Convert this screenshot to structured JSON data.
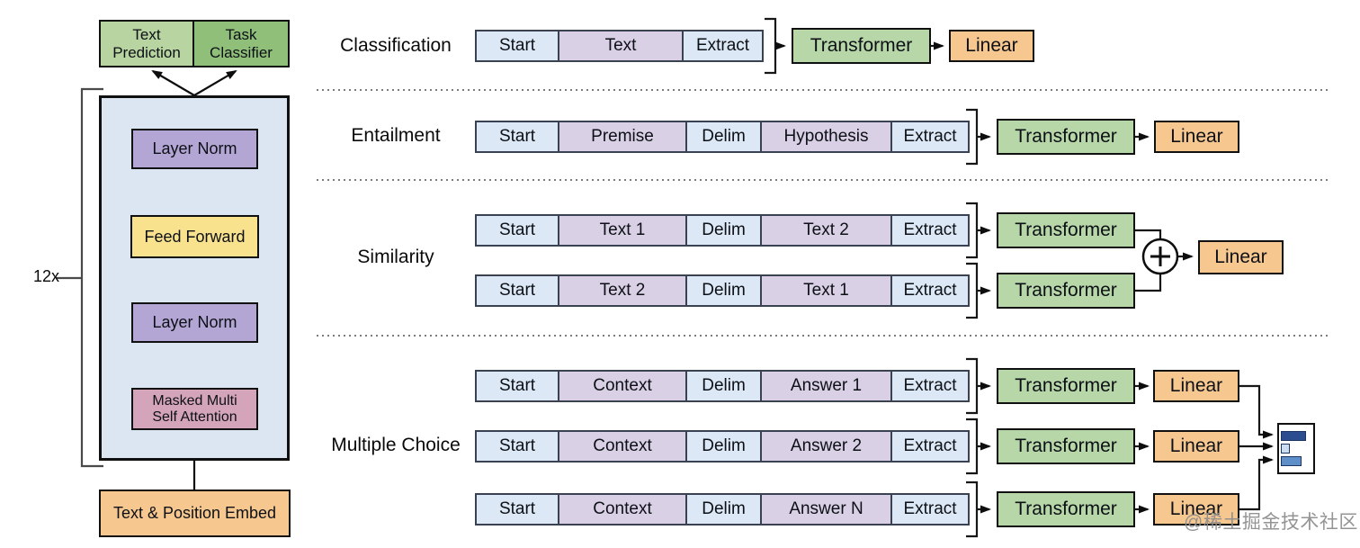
{
  "colors": {
    "cell_blue": "#dce8f5",
    "cell_purple": "#d9d0e5",
    "transformer_green": "#b7d7a8",
    "linear_orange": "#f6c890",
    "layer_norm_purple": "#b3a6d4",
    "feed_forward_yellow": "#f9e28e",
    "attention_pink": "#d3a4ba",
    "head_green_light": "#b8d4a0",
    "head_green_dark": "#8fbf78",
    "bar_dark_blue": "#2b4c8f",
    "bar_light_blue": "#cdddf0",
    "bar_mid_blue": "#5f8fc9"
  },
  "architecture": {
    "repeat_label": "12x",
    "text_prediction": {
      "line1": "Text",
      "line2": "Prediction"
    },
    "task_classifier": {
      "line1": "Task",
      "line2": "Classifier"
    },
    "layer_norm_top": "Layer Norm",
    "feed_forward": "Feed Forward",
    "layer_norm_bottom": "Layer Norm",
    "masked_attention": {
      "line1": "Masked Multi",
      "line2": "Self Attention"
    },
    "embed": "Text & Position Embed"
  },
  "tasks": {
    "classification": {
      "label": "Classification",
      "row": {
        "start": "Start",
        "text": "Text",
        "extract": "Extract"
      },
      "transformer": "Transformer",
      "linear": "Linear"
    },
    "entailment": {
      "label": "Entailment",
      "row": {
        "start": "Start",
        "seg1": "Premise",
        "delim": "Delim",
        "seg2": "Hypothesis",
        "extract": "Extract"
      },
      "transformer": "Transformer",
      "linear": "Linear"
    },
    "similarity": {
      "label": "Similarity",
      "rows": [
        {
          "start": "Start",
          "seg1": "Text 1",
          "delim": "Delim",
          "seg2": "Text 2",
          "extract": "Extract"
        },
        {
          "start": "Start",
          "seg1": "Text 2",
          "delim": "Delim",
          "seg2": "Text 1",
          "extract": "Extract"
        }
      ],
      "transformers": [
        "Transformer",
        "Transformer"
      ],
      "linear": "Linear"
    },
    "multiple_choice": {
      "label": "Multiple Choice",
      "rows": [
        {
          "start": "Start",
          "seg1": "Context",
          "delim": "Delim",
          "seg2": "Answer 1",
          "extract": "Extract"
        },
        {
          "start": "Start",
          "seg1": "Context",
          "delim": "Delim",
          "seg2": "Answer 2",
          "extract": "Extract"
        },
        {
          "start": "Start",
          "seg1": "Context",
          "delim": "Delim",
          "seg2": "Answer N",
          "extract": "Extract"
        }
      ],
      "transformers": [
        "Transformer",
        "Transformer",
        "Transformer"
      ],
      "linears": [
        "Linear",
        "Linear",
        "Linear"
      ]
    }
  },
  "watermark": "@稀土掘金技术社区"
}
